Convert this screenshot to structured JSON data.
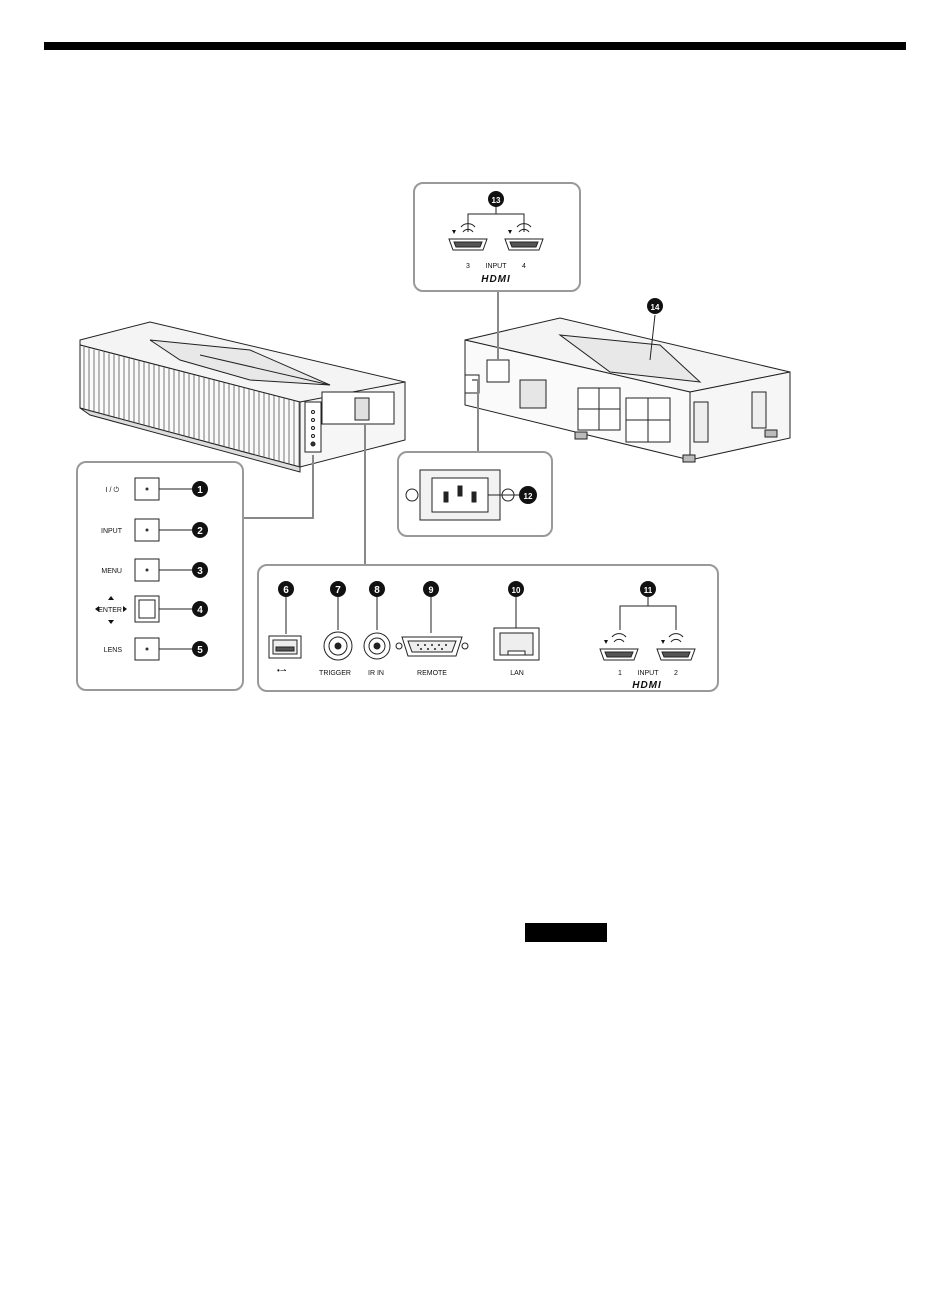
{
  "panel": {
    "power_label": "I / ⏻",
    "input_label": "INPUT",
    "menu_label": "MENU",
    "enter_label": "ENTER",
    "lens_label": "LENS"
  },
  "callouts": [
    "1",
    "2",
    "3",
    "4",
    "5",
    "6",
    "7",
    "8",
    "9",
    "10",
    "11",
    "12",
    "13",
    "14"
  ],
  "rear": {
    "usb_symbol": "•⇀",
    "trigger_label": "TRIGGER",
    "irin_label": "IR IN",
    "remote_label": "REMOTE",
    "lan_label": "LAN",
    "hdmi_input_label": "INPUT",
    "hdmi_port1": "1",
    "hdmi_port2": "2",
    "hdmi_logo": "HDMI"
  },
  "top_hdmi": {
    "input_label": "INPUT",
    "port3": "3",
    "port4": "4",
    "logo": "HDMI"
  },
  "icons": {
    "power": "power-icon",
    "arrows": [
      "arrow-up-icon",
      "arrow-left-icon",
      "arrow-right-icon",
      "arrow-down-icon"
    ],
    "usb": "usb-icon"
  }
}
